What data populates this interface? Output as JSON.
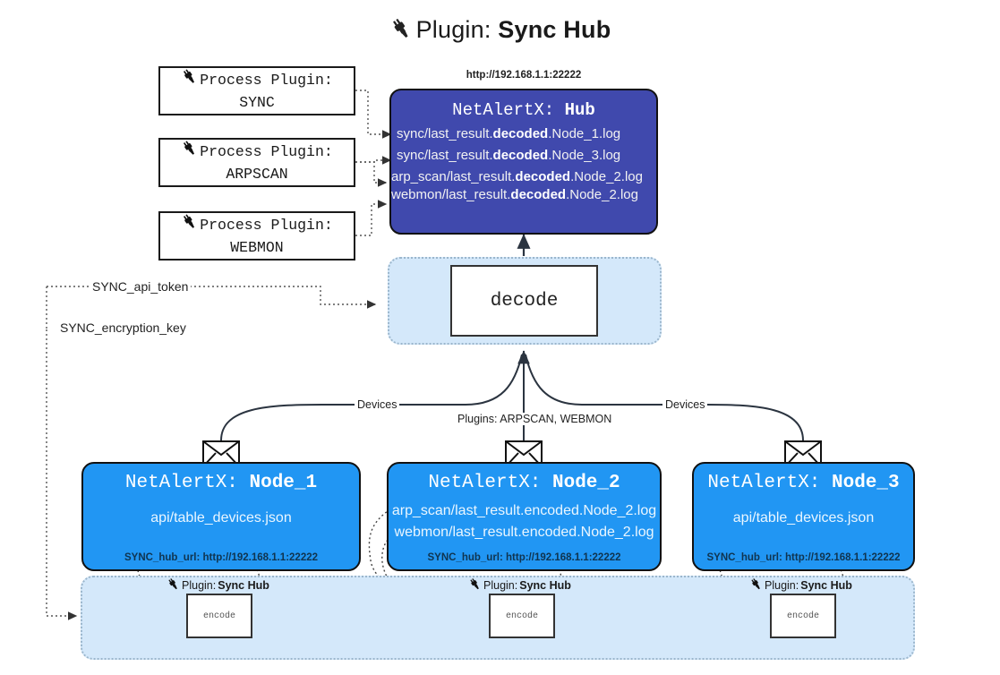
{
  "header": {
    "icon": "plug-icon",
    "prefix": "Plugin: ",
    "name": "Sync Hub"
  },
  "process_plugins": [
    {
      "icon": "plug-icon",
      "line1": "Process Plugin:",
      "line2": "SYNC"
    },
    {
      "icon": "plug-icon",
      "line1": "Process Plugin:",
      "line2": "ARPSCAN"
    },
    {
      "icon": "plug-icon",
      "line1": "Process Plugin:",
      "line2": "WEBMON"
    }
  ],
  "hub": {
    "url": "http://192.168.1.1:22222",
    "title_prefix": "NetAlertX: ",
    "title_name": "Hub",
    "color": "#4049ad",
    "logs": [
      {
        "pre": "sync/last_result.",
        "em": "decoded",
        "post": ".Node_1.log"
      },
      {
        "pre": "sync/last_result.",
        "em": "decoded",
        "post": ".Node_3.log"
      },
      {
        "pre": "arp_scan/last_result.",
        "em": "decoded",
        "post": ".Node_2.log"
      },
      {
        "pre": "webmon/last_result.",
        "em": "decoded",
        "post": ".Node_2.log"
      }
    ]
  },
  "decode": {
    "label": "decode",
    "container_color": "#d4e8fa"
  },
  "settings": {
    "api_token": "SYNC_api_token",
    "encryption_key": "SYNC_encryption_key"
  },
  "edges": {
    "devices_left": "Devices",
    "plugins_center": "Plugins: ARPSCAN, WEBMON",
    "devices_right": "Devices"
  },
  "nodes": [
    {
      "title_prefix": "NetAlertX: ",
      "title_name": "Node_1",
      "color": "#2196f3",
      "rows": [
        "api/table_devices.json"
      ],
      "url_label": "SYNC_hub_url: http://192.168.1.1:22222",
      "icon": "envelope-icon"
    },
    {
      "title_prefix": "NetAlertX: ",
      "title_name": "Node_2",
      "color": "#2196f3",
      "rows": [
        "arp_scan/last_result.encoded.Node_2.log",
        "webmon/last_result.encoded.Node_2.log"
      ],
      "url_label": "SYNC_hub_url: http://192.168.1.1:22222",
      "icon": "envelope-icon"
    },
    {
      "title_prefix": "NetAlertX: ",
      "title_name": "Node_3",
      "color": "#2196f3",
      "rows": [
        "api/table_devices.json"
      ],
      "url_label": "SYNC_hub_url: http://192.168.1.1:22222",
      "icon": "envelope-icon"
    }
  ],
  "encoders": [
    {
      "plugin_prefix": "Plugin: ",
      "plugin_name": "Sync Hub",
      "label": "encode",
      "icon": "plug-icon"
    },
    {
      "plugin_prefix": "Plugin: ",
      "plugin_name": "Sync Hub",
      "label": "encode",
      "icon": "plug-icon"
    },
    {
      "plugin_prefix": "Plugin: ",
      "plugin_name": "Sync Hub",
      "label": "encode",
      "icon": "plug-icon"
    }
  ]
}
